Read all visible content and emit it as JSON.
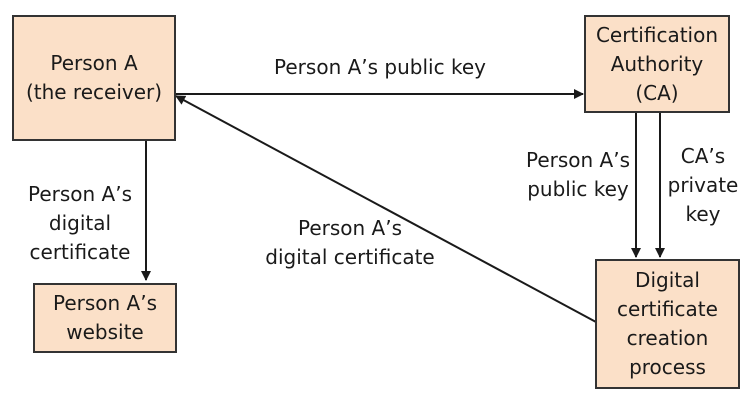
{
  "nodes": {
    "person_a": [
      "Person A",
      "(the receiver)"
    ],
    "ca": [
      "Certification",
      "Authority",
      "(CA)"
    ],
    "website": [
      "Person A’s",
      "website"
    ],
    "process": [
      "Digital",
      "certificate",
      "creation",
      "process"
    ]
  },
  "edges": {
    "a_to_ca": [
      "Person A’s public key"
    ],
    "a_to_website": [
      "Person A’s",
      "digital",
      "certificate"
    ],
    "ca_pub_to_process": [
      "Person A’s",
      "public key"
    ],
    "ca_priv_to_process": [
      "CA’s",
      "private",
      "key"
    ],
    "process_to_a": [
      "Person A’s",
      "digital certificate"
    ]
  }
}
